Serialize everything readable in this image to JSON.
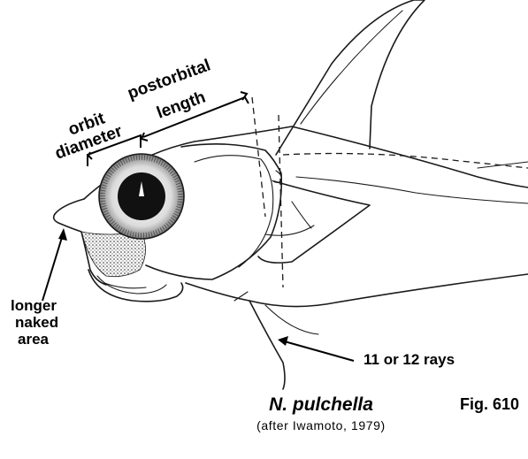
{
  "labels": {
    "orbit": "orbit",
    "diameter": "diameter",
    "postorbital": "postorbital",
    "length": "length",
    "naked_area": [
      "longer",
      "naked",
      "area"
    ],
    "rays": "11 or 12 rays"
  },
  "caption": {
    "species": "N. pulchella",
    "source": "(after Iwamoto, 1979)",
    "figure": "Fig. 610"
  }
}
